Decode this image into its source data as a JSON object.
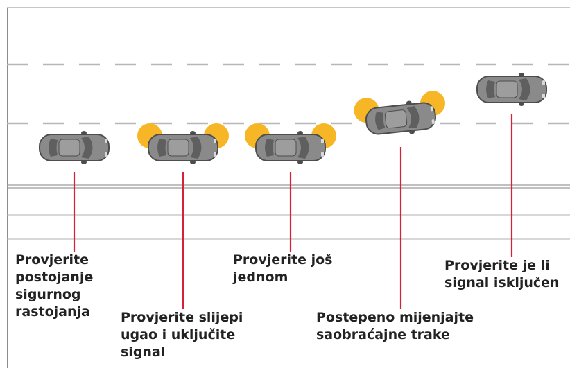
{
  "colors": {
    "frame": "#8c8c8c",
    "lane_dash": "#b7b7b7",
    "road_edge": "#9a9a9a",
    "marker_line": "#d6213a",
    "car_body": "#8a8a8a",
    "car_outline": "#4d4d4d",
    "car_glass": "#5f5f5f",
    "car_roof": "#9d9d9d",
    "indicator_glow": "#f7b21a",
    "label_text": "#222222"
  },
  "steps": [
    {
      "label": "Provjerite\npostojanje\nsigurnog\nrastojanja",
      "signal": "off"
    },
    {
      "label": "Provjerite slijepi\nugao i uključite\nsignal",
      "signal": "on"
    },
    {
      "label": "Provjerite još\njednom",
      "signal": "on"
    },
    {
      "label": "Postepeno mijenjajte\nsaobraćajne trake",
      "signal": "on"
    },
    {
      "label": "Provjerite je li\nsignal isključen",
      "signal": "off"
    }
  ]
}
